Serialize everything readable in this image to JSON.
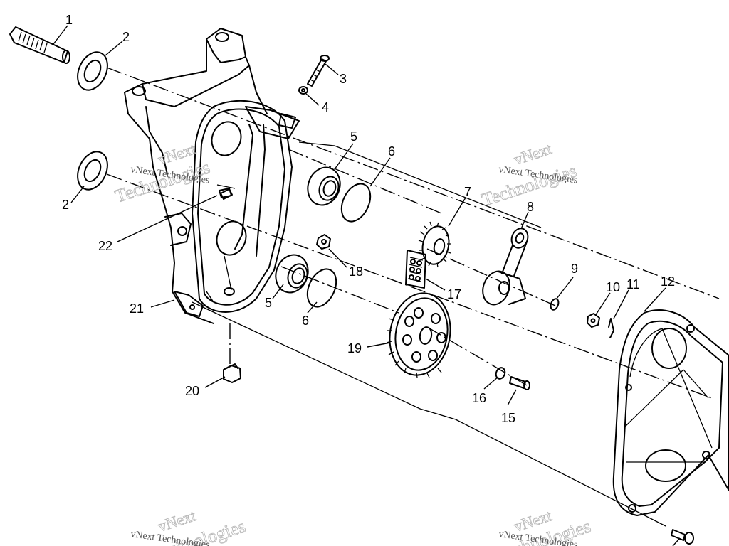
{
  "watermarks": [
    {
      "line1": "vNext",
      "line2": "Technologies",
      "caption": "vNext Technologies"
    },
    {
      "line1": "vNext",
      "line2": "Technologies",
      "caption": "vNext Technologies"
    },
    {
      "line1": "vNext",
      "line2": "Technologies",
      "caption": "vNext Technologies"
    },
    {
      "line1": "vNext",
      "line2": "Technologies",
      "caption": "vNext Technologies"
    }
  ],
  "callouts": [
    "1",
    "2",
    "3",
    "4",
    "5",
    "6",
    "2",
    "22",
    "7",
    "8",
    "18",
    "17",
    "5",
    "6",
    "9",
    "10",
    "11",
    "12",
    "21",
    "19",
    "16",
    "15",
    "20"
  ]
}
